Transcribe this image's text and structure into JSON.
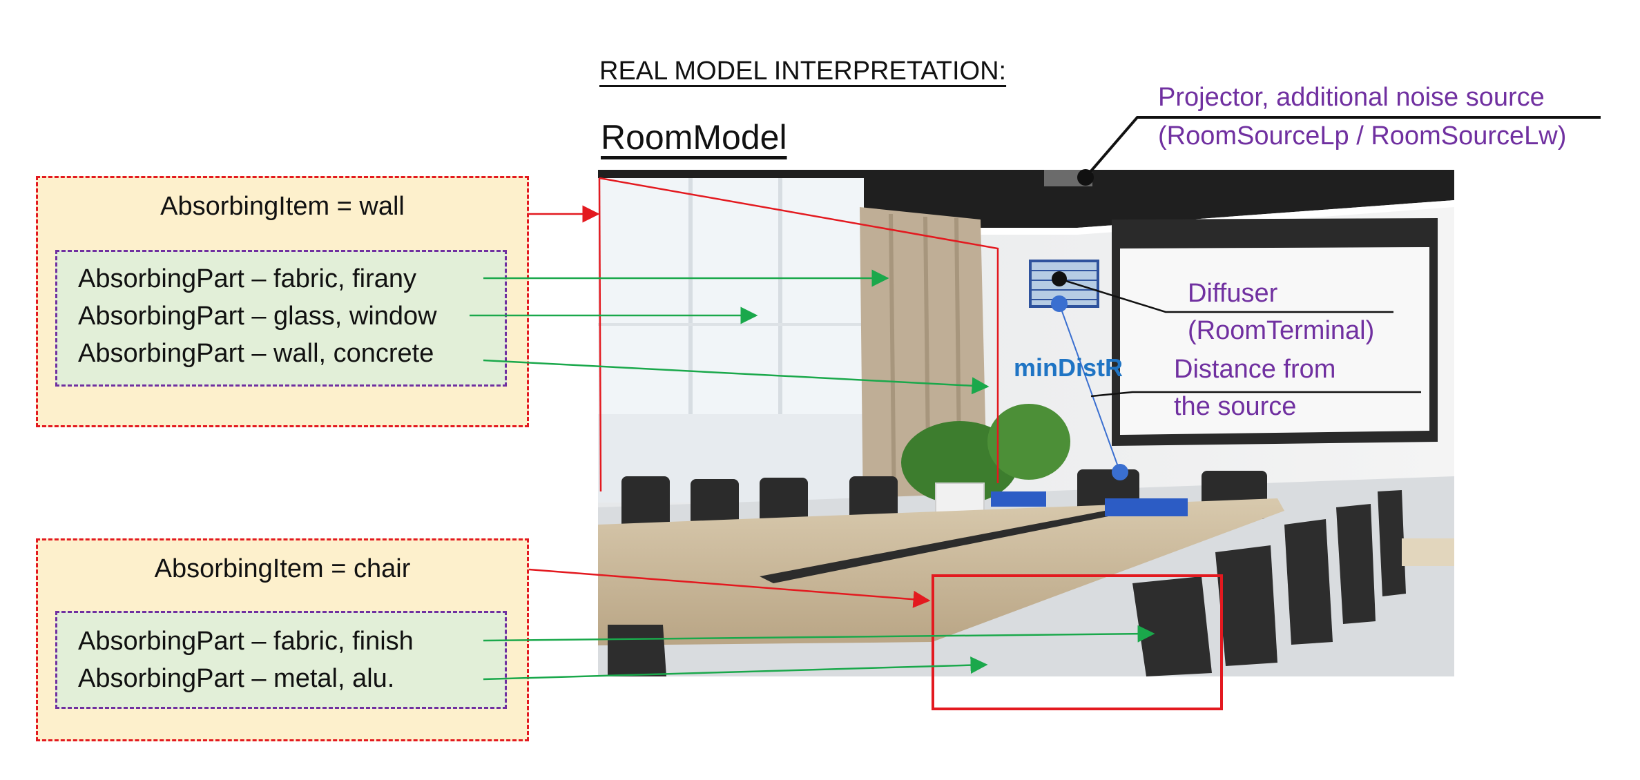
{
  "header": {
    "interpretation_title": "REAL MODEL INTERPRETATION:",
    "model_title": "RoomModel"
  },
  "items": [
    {
      "title": "AbsorbingItem = wall",
      "parts": [
        "AbsorbingPart – fabric, firany",
        "AbsorbingPart – glass, window",
        "AbsorbingPart – wall, concrete"
      ]
    },
    {
      "title": "AbsorbingItem = chair",
      "parts": [
        "AbsorbingPart – fabric, finish",
        "AbsorbingPart – metal, alu."
      ]
    }
  ],
  "annotations": {
    "projector_line1": "Projector, additional noise source",
    "projector_line2": "(RoomSourceLp / RoomSourceLw)",
    "diffuser_line1": "Diffuser",
    "diffuser_line2": "(RoomTerminal)",
    "distance_label": "minDistR",
    "distance_line1": "Distance from",
    "distance_line2": "the source"
  },
  "colors": {
    "item_border": "#e3191f",
    "part_border": "#7030a0",
    "arrow_green": "#1aa84b",
    "arrow_red": "#e3191f",
    "accent_blue": "#1f74c4"
  }
}
